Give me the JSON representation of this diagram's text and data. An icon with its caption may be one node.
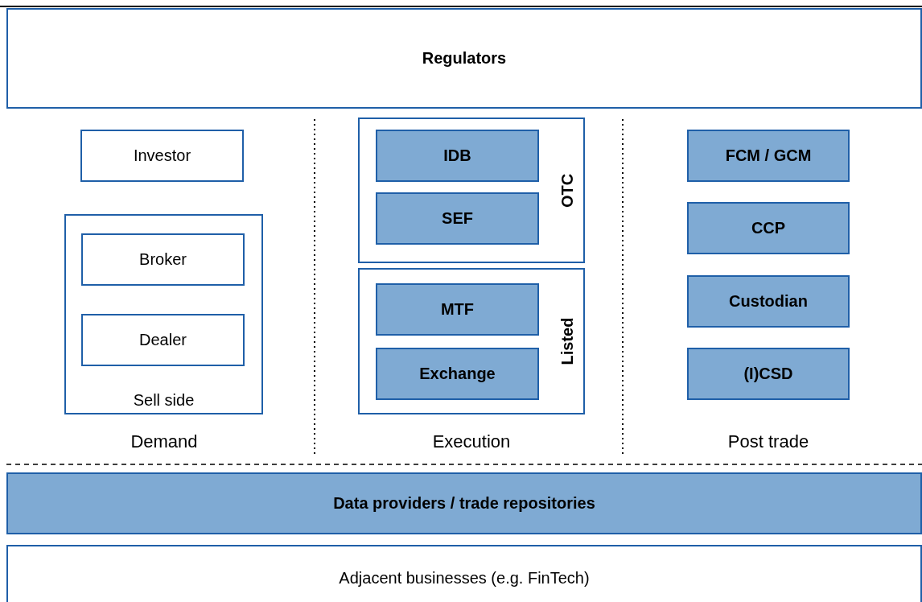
{
  "diagram": {
    "nodes": [
      {
        "text": [
          "Regulators"
        ]
      },
      {
        "text": [
          "Investor"
        ]
      },
      {
        "text": [
          "Sell side"
        ]
      },
      {
        "text": [
          "Broker"
        ],
        "in": 2
      },
      {
        "text": [
          "Dealer"
        ],
        "in": 2
      },
      {
        "text": [
          "OTC"
        ]
      },
      {
        "text": [
          "IDB"
        ],
        "in": 5
      },
      {
        "text": [
          "SEF"
        ],
        "in": 5
      },
      {
        "text": [
          "Listed"
        ]
      },
      {
        "text": [
          "MTF"
        ],
        "in": 8
      },
      {
        "text": [
          "Exchange"
        ],
        "in": 8
      },
      {
        "text": [
          "FCM / GCM"
        ]
      },
      {
        "text": [
          "CCP"
        ]
      },
      {
        "text": [
          "Custodian"
        ]
      },
      {
        "text": [
          "(I)CSD"
        ]
      },
      {
        "text": [
          "Data providers / trade repositories"
        ]
      },
      {
        "text": [
          "Adjacent businesses (e.g. FinTech)"
        ]
      }
    ],
    "labels": [
      "Demand",
      "Execution",
      "Post trade"
    ]
  }
}
